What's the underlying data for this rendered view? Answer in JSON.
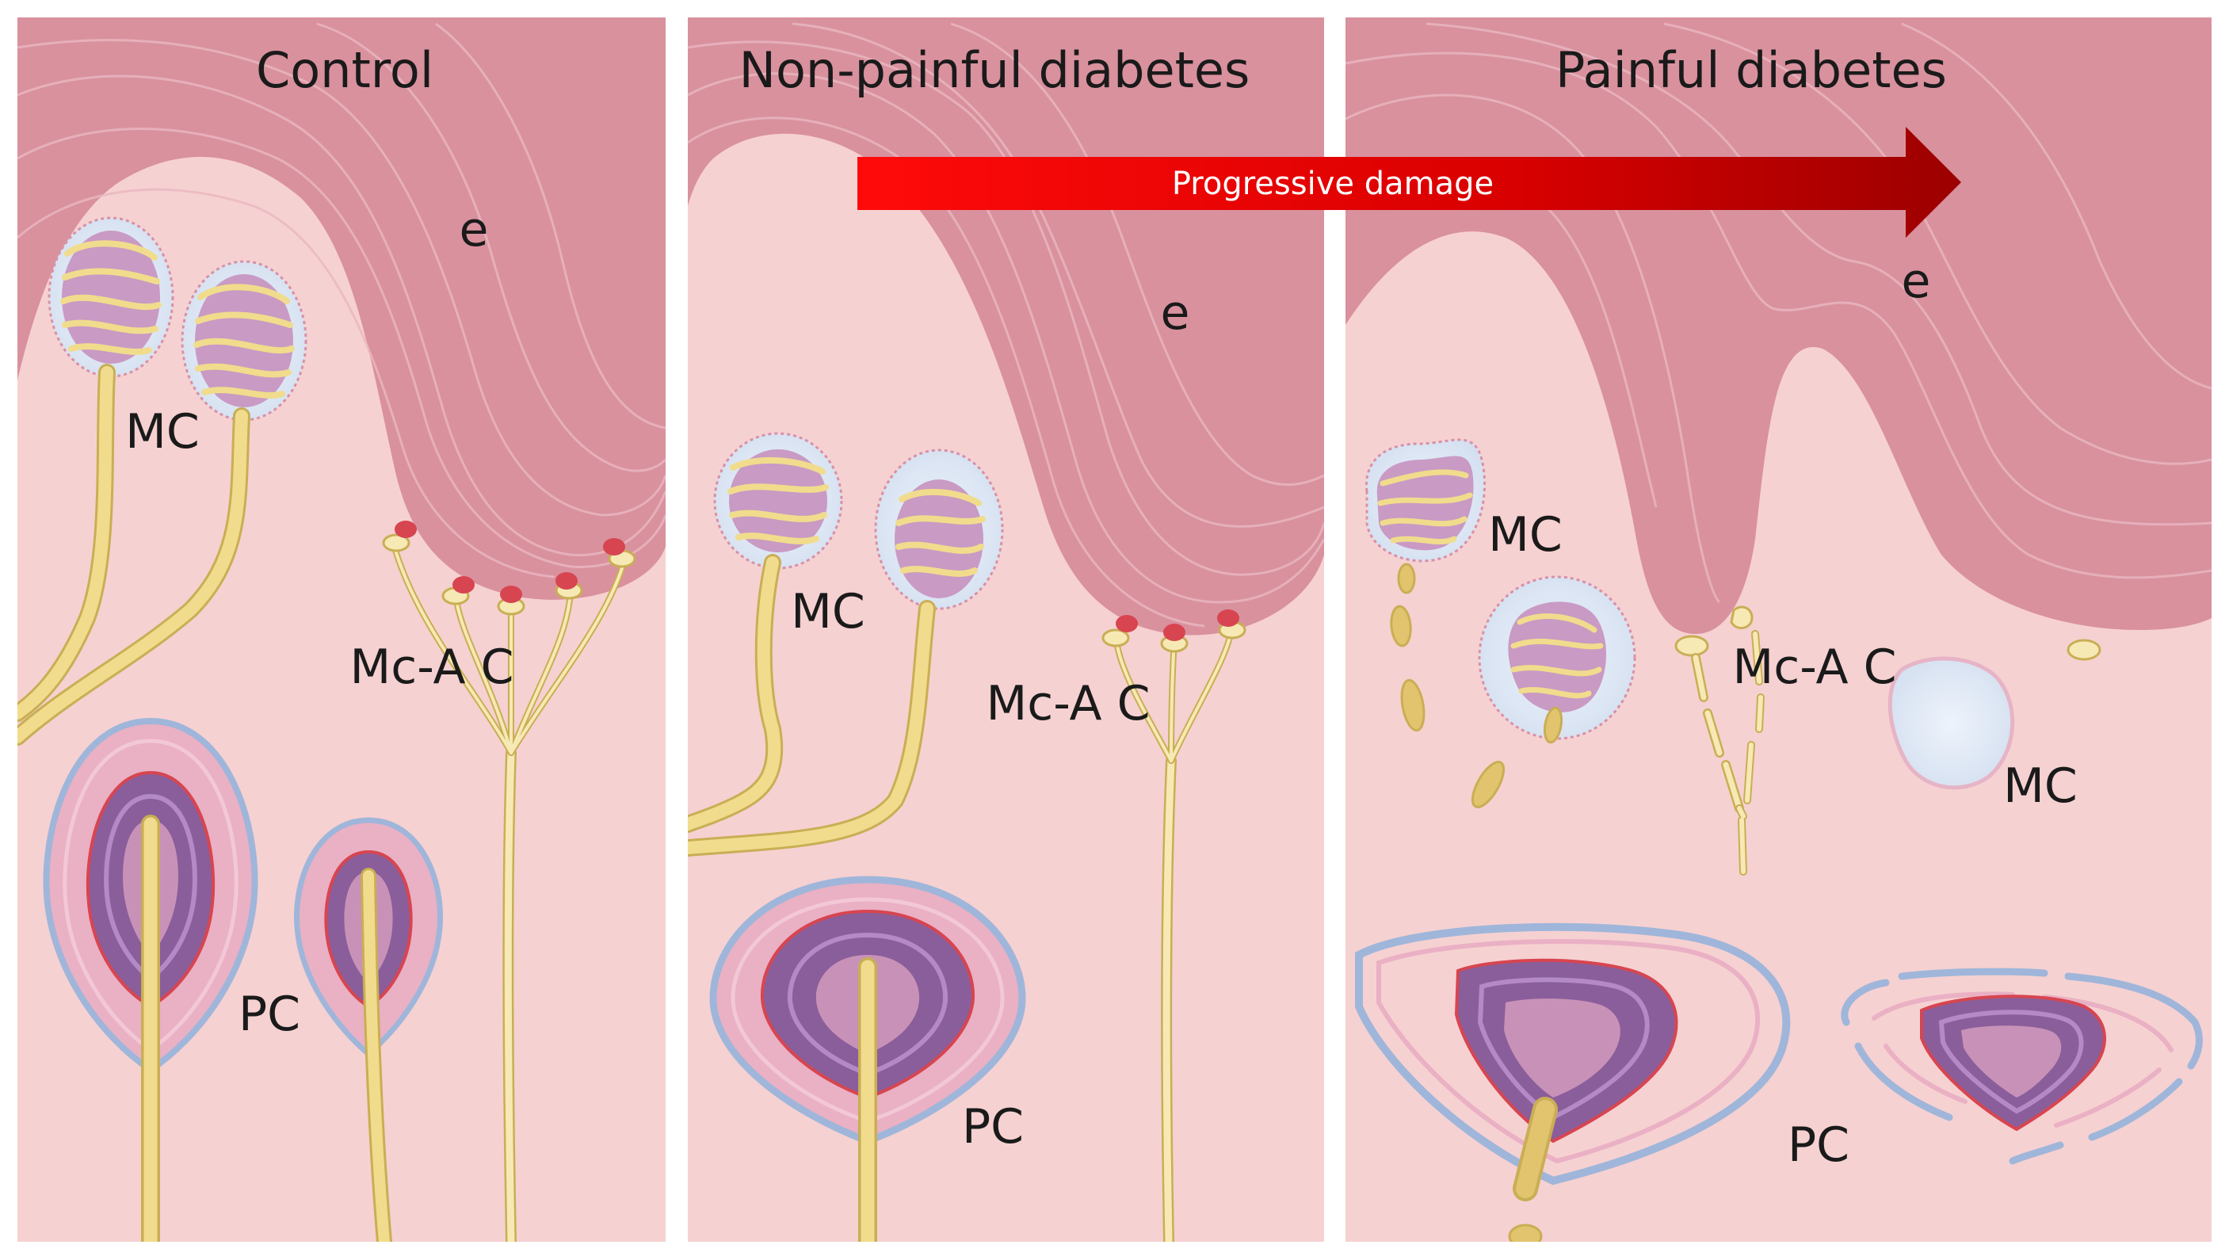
{
  "colors": {
    "dermis": "#f6d1d1",
    "epidermis": "#d9919e",
    "epidermis_line": "#eab8c2",
    "nerve": "#f0dc8c",
    "nerve_stroke": "#c9ae55",
    "capsule": "#dfe8f5",
    "capsule_edge": "#9fb6da",
    "lamella_purple": "#8a5e9a",
    "lamella_pink": "#e6b4c6",
    "core": "#c892b8",
    "merkel": "#d74550",
    "arrow_start": "#ff0a0a",
    "arrow_end": "#a00000"
  },
  "arrow": {
    "label": "Progressive damage"
  },
  "panels": [
    {
      "title": "Control",
      "labels": {
        "epidermis": "e",
        "meissner": "MC",
        "merkel": "Mc-A C",
        "pacinian": "PC"
      }
    },
    {
      "title": "Non-painful diabetes",
      "labels": {
        "epidermis": "e",
        "meissner": "MC",
        "merkel": "Mc-A C",
        "pacinian": "PC"
      }
    },
    {
      "title": "Painful diabetes",
      "labels": {
        "epidermis": "e",
        "meissner": "MC",
        "meissner_denervated": "MC",
        "merkel": "Mc-A C",
        "pacinian": "PC"
      }
    }
  ]
}
